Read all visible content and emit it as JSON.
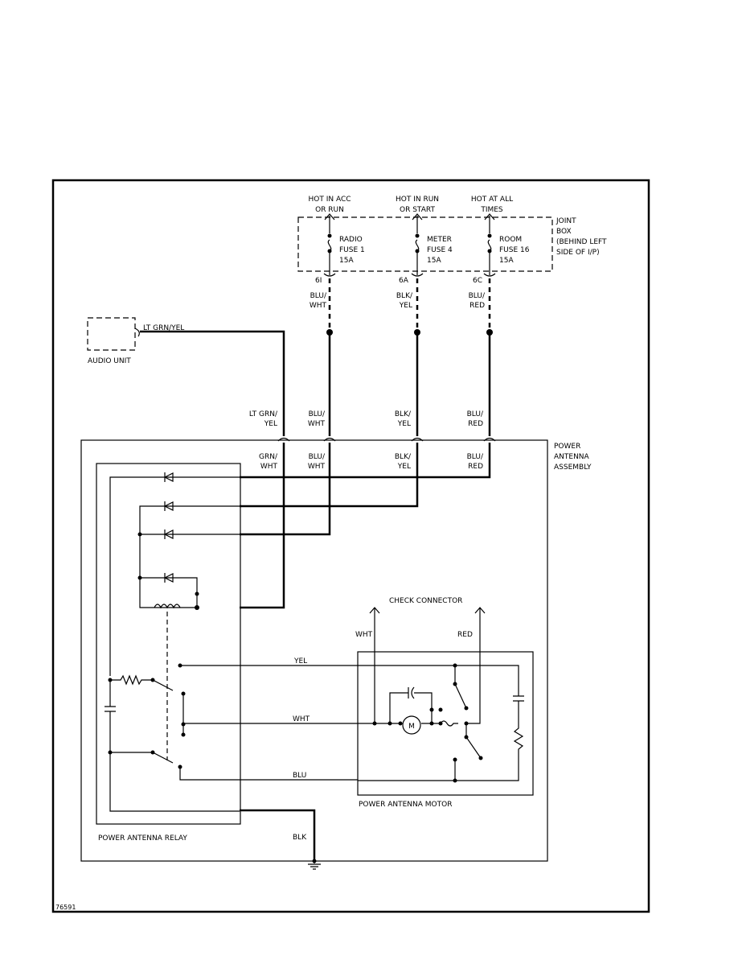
{
  "power_sources": {
    "acc": [
      "HOT IN ACC",
      "OR RUN"
    ],
    "run": [
      "HOT IN RUN",
      "OR START"
    ],
    "all": [
      "HOT AT ALL",
      "TIMES"
    ]
  },
  "joint_box": [
    "JOINT",
    "BOX",
    "(BEHIND LEFT",
    "SIDE OF I/P)"
  ],
  "fuses": [
    {
      "name": "RADIO",
      "num": "FUSE 1",
      "amp": "15A",
      "pin": "6I",
      "wire": [
        "BLU/",
        "WHT"
      ]
    },
    {
      "name": "METER",
      "num": "FUSE 4",
      "amp": "15A",
      "pin": "6A",
      "wire": [
        "BLK/",
        "YEL"
      ]
    },
    {
      "name": "ROOM",
      "num": "FUSE 16",
      "amp": "15A",
      "pin": "6C",
      "wire": [
        "BLU/",
        "RED"
      ]
    }
  ],
  "audio_unit": {
    "label": "AUDIO UNIT",
    "wire": "LT GRN/YEL"
  },
  "upper_connector_labels": [
    [
      "LT GRN/",
      "YEL"
    ],
    [
      "BLU/",
      "WHT"
    ],
    [
      "BLK/",
      "YEL"
    ],
    [
      "BLU/",
      "RED"
    ]
  ],
  "inner_connector_labels": [
    [
      "GRN/",
      "WHT"
    ],
    [
      "BLU/",
      "WHT"
    ],
    [
      "BLK/",
      "YEL"
    ],
    [
      "BLU/",
      "RED"
    ]
  ],
  "assembly": [
    "POWER",
    "ANTENNA",
    "ASSEMBLY"
  ],
  "check_connector": {
    "label": "CHECK CONNECTOR",
    "left": "WHT",
    "right": "RED"
  },
  "motor_wires": {
    "yel": "YEL",
    "wht": "WHT",
    "blu": "BLU"
  },
  "motor": {
    "label": "POWER ANTENNA MOTOR",
    "symbol": "M"
  },
  "relay": {
    "label": "POWER ANTENNA RELAY"
  },
  "ground_wire": "BLK",
  "figure_id": "76591"
}
